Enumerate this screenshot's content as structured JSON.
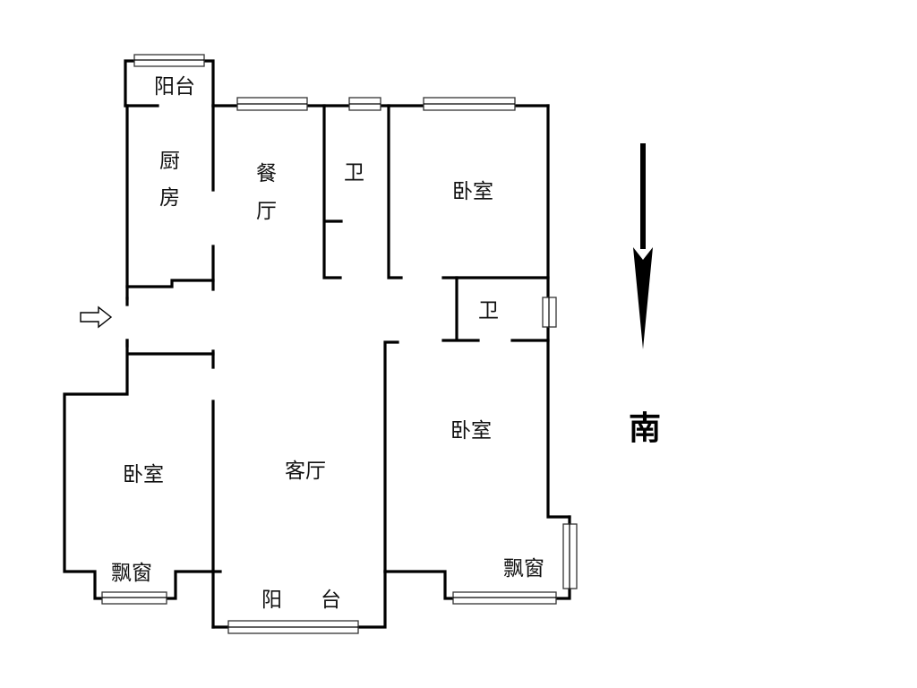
{
  "rooms": {
    "balcony_north": "阳台",
    "kitchen_1": "厨",
    "kitchen_2": "房",
    "dining_1": "餐",
    "dining_2": "厅",
    "bath_north": "卫",
    "bedroom_ne": "卧室",
    "bath_east": "卫",
    "bedroom_se": "卧室",
    "bedroom_sw": "卧室",
    "living": "客厅",
    "bay_window_sw": "飘窗",
    "bay_window_se": "飘窗",
    "balcony_south_1": "阳",
    "balcony_south_2": "台"
  },
  "compass": {
    "label": "南"
  },
  "icons": {
    "entrance": "entrance-arrow-icon",
    "direction": "south-arrow-icon"
  },
  "colors": {
    "wall": "#000000",
    "window_fill": "#ffffff",
    "background": "#ffffff"
  }
}
